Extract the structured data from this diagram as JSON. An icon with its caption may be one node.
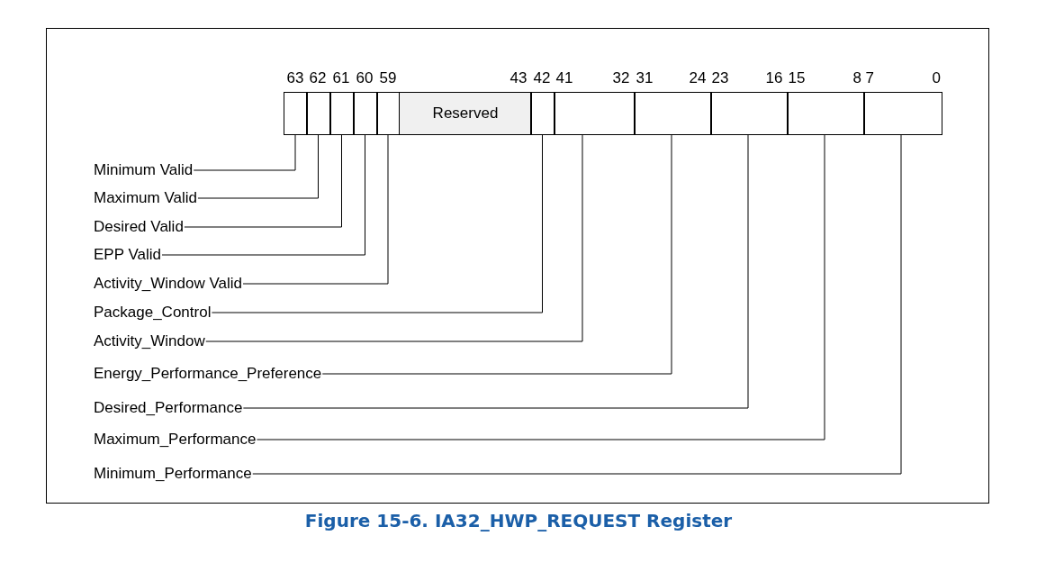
{
  "diagram": {
    "caption": "Figure 15-6.  IA32_HWP_REQUEST Register",
    "nodes": [
      {
        "text": [],
        "shape": "box"
      },
      {
        "text": [],
        "shape": "box"
      },
      {
        "text": [],
        "shape": "box"
      },
      {
        "text": [],
        "shape": "box"
      },
      {
        "text": [],
        "shape": "box"
      },
      {
        "text": [
          "Reserved"
        ]
      },
      {
        "text": [],
        "shape": "box"
      },
      {
        "text": [],
        "shape": "box"
      },
      {
        "text": [],
        "shape": "box"
      },
      {
        "text": [],
        "shape": "box"
      },
      {
        "text": [],
        "shape": "box"
      },
      {
        "text": [],
        "shape": "box"
      },
      {
        "text": [
          "Minimum Valid"
        ]
      },
      {
        "text": [
          "Maximum Valid"
        ]
      },
      {
        "text": [
          "Desired Valid"
        ]
      },
      {
        "text": [
          "EPP Valid"
        ]
      },
      {
        "text": [
          "Activity_Window Valid"
        ]
      },
      {
        "text": [
          "Package_Control"
        ]
      },
      {
        "text": [
          "Activity_Window"
        ]
      },
      {
        "text": [
          "Energy_Performance_Preference"
        ]
      },
      {
        "text": [
          "Desired_Performance"
        ]
      },
      {
        "text": [
          "Maximum_Performance"
        ]
      },
      {
        "text": [
          "Minimum_Performance"
        ]
      }
    ],
    "edges": [
      {
        "from": 12,
        "to": 0,
        "arrow": "none"
      },
      {
        "from": 13,
        "to": 1,
        "arrow": "none"
      },
      {
        "from": 14,
        "to": 2,
        "arrow": "none"
      },
      {
        "from": 15,
        "to": 3,
        "arrow": "none"
      },
      {
        "from": 16,
        "to": 4,
        "arrow": "none"
      },
      {
        "from": 17,
        "to": 6,
        "arrow": "none"
      },
      {
        "from": 18,
        "to": 7,
        "arrow": "none"
      },
      {
        "from": 19,
        "to": 8,
        "arrow": "none"
      },
      {
        "from": 20,
        "to": 9,
        "arrow": "none"
      },
      {
        "from": 21,
        "to": 10,
        "arrow": "none"
      },
      {
        "from": 22,
        "to": 11,
        "arrow": "none"
      }
    ],
    "labels": [
      "63",
      "62",
      "61",
      "60",
      "59",
      "43",
      "42",
      "41",
      "32",
      "31",
      "24",
      "23",
      "16",
      "15",
      "8",
      "7",
      "0"
    ]
  }
}
